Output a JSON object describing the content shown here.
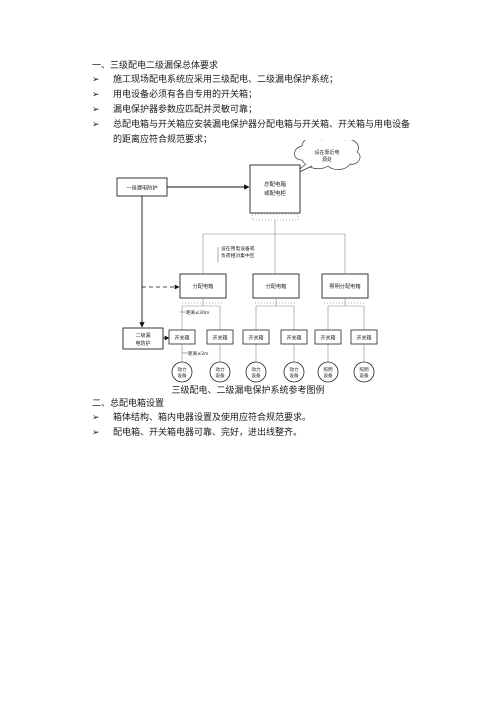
{
  "section1": {
    "title": "一、三级配电二级漏保总体要求",
    "bullets": [
      "施工现场配电系统应采用三级配电、二级漏电保护系统；",
      "用电设备必须有各自专用的开关箱；",
      "漏电保护器参数应匹配并灵敏可靠；",
      "总配电箱与开关箱应安装漏电保护器分配电箱与开关箱、开关箱与用电设备的距离应符合规范要求；"
    ]
  },
  "diagram": {
    "cloud_label": [
      "设在靠近电",
      "源处"
    ],
    "primary_leakage": "一级漏电防护",
    "main_box": [
      "总配电箱",
      "或配电柜"
    ],
    "note": [
      "设在用电设备或",
      "负荷相对集中区"
    ],
    "distribution_boxes": [
      "分配电箱",
      "分配电箱",
      "照明分配电箱"
    ],
    "distance_30": "距离≤30m",
    "distance_3": "距离≤3m",
    "secondary_leakage": [
      "二级漏",
      "电防护"
    ],
    "switch_box": "开关箱",
    "equipment": [
      [
        "动力",
        "设备"
      ],
      [
        "动力",
        "设备"
      ],
      [
        "动力",
        "设备"
      ],
      [
        "动力",
        "设备"
      ],
      [
        "照明",
        "设备"
      ],
      [
        "照明",
        "设备"
      ]
    ]
  },
  "caption": "三级配电、二级漏电保护系统参考图例",
  "section2": {
    "title": "二、总配电箱设置",
    "bullets": [
      "箱体结构、箱内电器设置及使用应符合规范要求。",
      "配电箱、开关箱电器可靠、完好，进出线整齐。"
    ]
  }
}
